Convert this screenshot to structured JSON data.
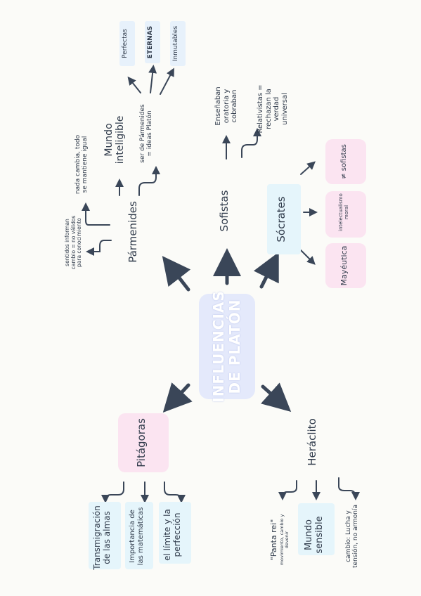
{
  "title": "INFLUENCIAS\nDE PLATÓN",
  "colors": {
    "ink": "#2f3a4a",
    "arrow": "#3a4658",
    "pink": "#fbe4f1",
    "blue": "#e5f5fb",
    "lavender": "#e4e9fb",
    "title_text": "#ffffff"
  },
  "parmenides": {
    "label": "Pármenides",
    "sentidos": "sentidos informan\ncambio = no válidos\npara conocimiento",
    "nada_cambia": "nada cambia, todo\nse mantiene igual",
    "mundo": "Mundo\ninteligible",
    "ser": "ser de Pármenides\n= ideas Platón",
    "perfectas": "Perfectas",
    "eternas": "ETERNAS",
    "inmutables": "Inmutables"
  },
  "sofistas": {
    "label": "Sofistas",
    "ensenaban": "Enseñaban\noratoria y\ncobraban",
    "relativistas": "Relativistas =\nrechazan la\nverdad\nuniversal"
  },
  "socrates": {
    "label": "Sócrates",
    "distinto": "≠ sofistas",
    "intelectualismo": "intelectualismo\nmoral",
    "mayeutica": "Mayéutica"
  },
  "pitagoras": {
    "label": "Pitágoras",
    "transmigracion": "Transmigración\nde las almas",
    "matematicas": "Importancia de\nlas matemáticas",
    "limite": "el límite y la\nperfección"
  },
  "heraclito": {
    "label": "Heráclito",
    "panta_rei": "\"Panta rei\"",
    "panta_sub": "movimiento, cambio y\ndevenir",
    "mundo": "Mundo\nsensible",
    "cambio": "cambio: Lucha y\ntensión, no armonía"
  }
}
